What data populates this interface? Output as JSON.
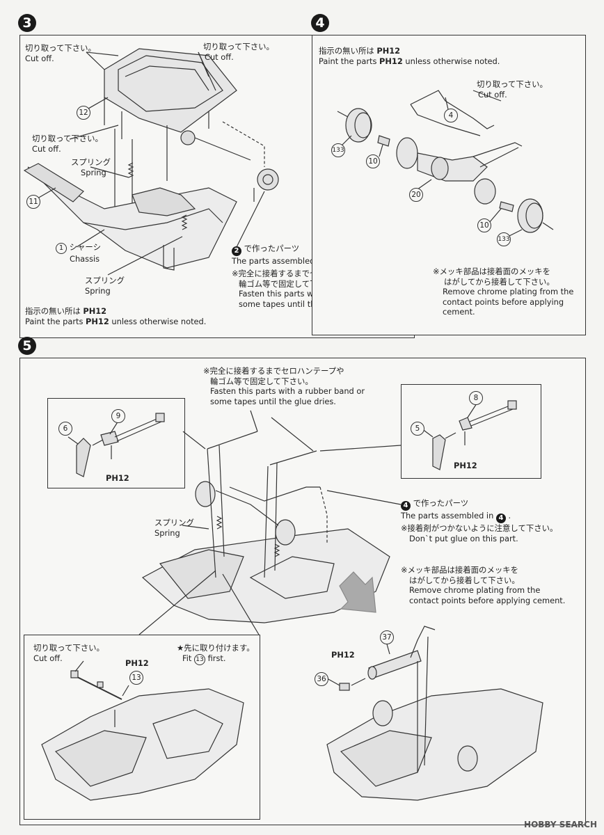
{
  "step3": {
    "num": "3",
    "cut_off_1_jp": "切り取って下さい。",
    "cut_off_1_en": "Cut off.",
    "cut_off_2_jp": "切り取って下さい。",
    "cut_off_2_en": "Cut off.",
    "cut_off_3_jp": "切り取って下さい。",
    "cut_off_3_en": "Cut off.",
    "spring_1_jp": "スプリング",
    "spring_1_en": "Spring",
    "spring_2_jp": "スプリング",
    "spring_2_en": "Spring",
    "chassis_jp": "シャーシ",
    "chassis_en": "Chassis",
    "part12": "12",
    "part11": "11",
    "part1": "1",
    "assembled_jp": "で作ったパーツ",
    "assembled_en": "The parts assembled in",
    "assembled_ref": "2",
    "tape_jp_1": "※完全に接着するまでセロハンテープや",
    "tape_jp_2": "輪ゴム等で固定して下さい。",
    "tape_en_1": "Fasten this parts with a rubber band or",
    "tape_en_2": "some tapes until the glue dries.",
    "paint_jp": "指示の無い所は",
    "paint_code": "PH12",
    "paint_en": "Paint the parts",
    "paint_en_tail": "unless otherwise noted."
  },
  "step4": {
    "num": "4",
    "paint_jp": "指示の無い所は",
    "paint_code": "PH12",
    "paint_en": "Paint the parts",
    "paint_en_tail": "unless otherwise noted.",
    "cut_off_jp": "切り取って下さい。",
    "cut_off_en": "Cut off.",
    "parts": [
      "133",
      "10",
      "4",
      "20",
      "10",
      "133"
    ],
    "chrome_jp_1": "※メッキ部品は接着面のメッキを",
    "chrome_jp_2": "はがしてから接着して下さい。",
    "chrome_en_1": "Remove chrome plating from the",
    "chrome_en_2": "contact points before applying",
    "chrome_en_3": "cement."
  },
  "step5": {
    "num": "5",
    "tape_jp_1": "※完全に接着するまでセロハンテープや",
    "tape_jp_2": "輪ゴム等で固定して下さい。",
    "tape_en_1": "Fasten this parts with a rubber band or",
    "tape_en_2": "some tapes until the glue dries.",
    "left_parts": [
      "6",
      "9"
    ],
    "right_parts": [
      "8",
      "5"
    ],
    "ph_code": "PH12",
    "spring_jp": "スプリング",
    "spring_en": "Spring",
    "assembled_jp": "で作ったパーツ",
    "assembled_en": "The parts assembled in",
    "assembled_ref": "4",
    "noglue_jp": "※接着剤がつかないように注意して下さい。",
    "noglue_en": "Don`t put glue on this part.",
    "chrome_jp_1": "※メッキ部品は接着面のメッキを",
    "chrome_jp_2": "はがしてから接着して下さい。",
    "chrome_en_1": "Remove chrome plating from the",
    "chrome_en_2": "contact points before applying cement.",
    "sub_cut_jp": "切り取って下さい。",
    "sub_cut_en": "Cut off.",
    "fit_first_jp": "★先に取り付けます。",
    "fit_first_en_pre": "Fit",
    "fit_first_ref": "13",
    "fit_first_en_post": "first.",
    "sub_part": "13",
    "muffler_part": "37",
    "tip_part": "36"
  },
  "watermark": "HOBBY SEARCH"
}
